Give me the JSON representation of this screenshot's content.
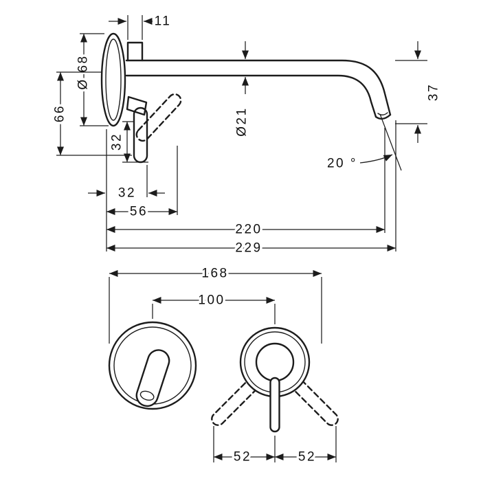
{
  "labels": {
    "width_11": "11",
    "escutcheon_dia": "Ø 68",
    "offset_66": "66",
    "lever_32": "32",
    "depth_32": "32",
    "depth_56": "56",
    "projection_220": "220",
    "projection_229": "229",
    "spout_dia": "Ø21",
    "drop_37": "37",
    "angle_20": "20 °",
    "width_168": "168",
    "centers_100": "100",
    "swing_left_52": "52",
    "swing_right_52": "52"
  },
  "colors": {
    "line": "#1c1c1c",
    "background": "#ffffff"
  }
}
